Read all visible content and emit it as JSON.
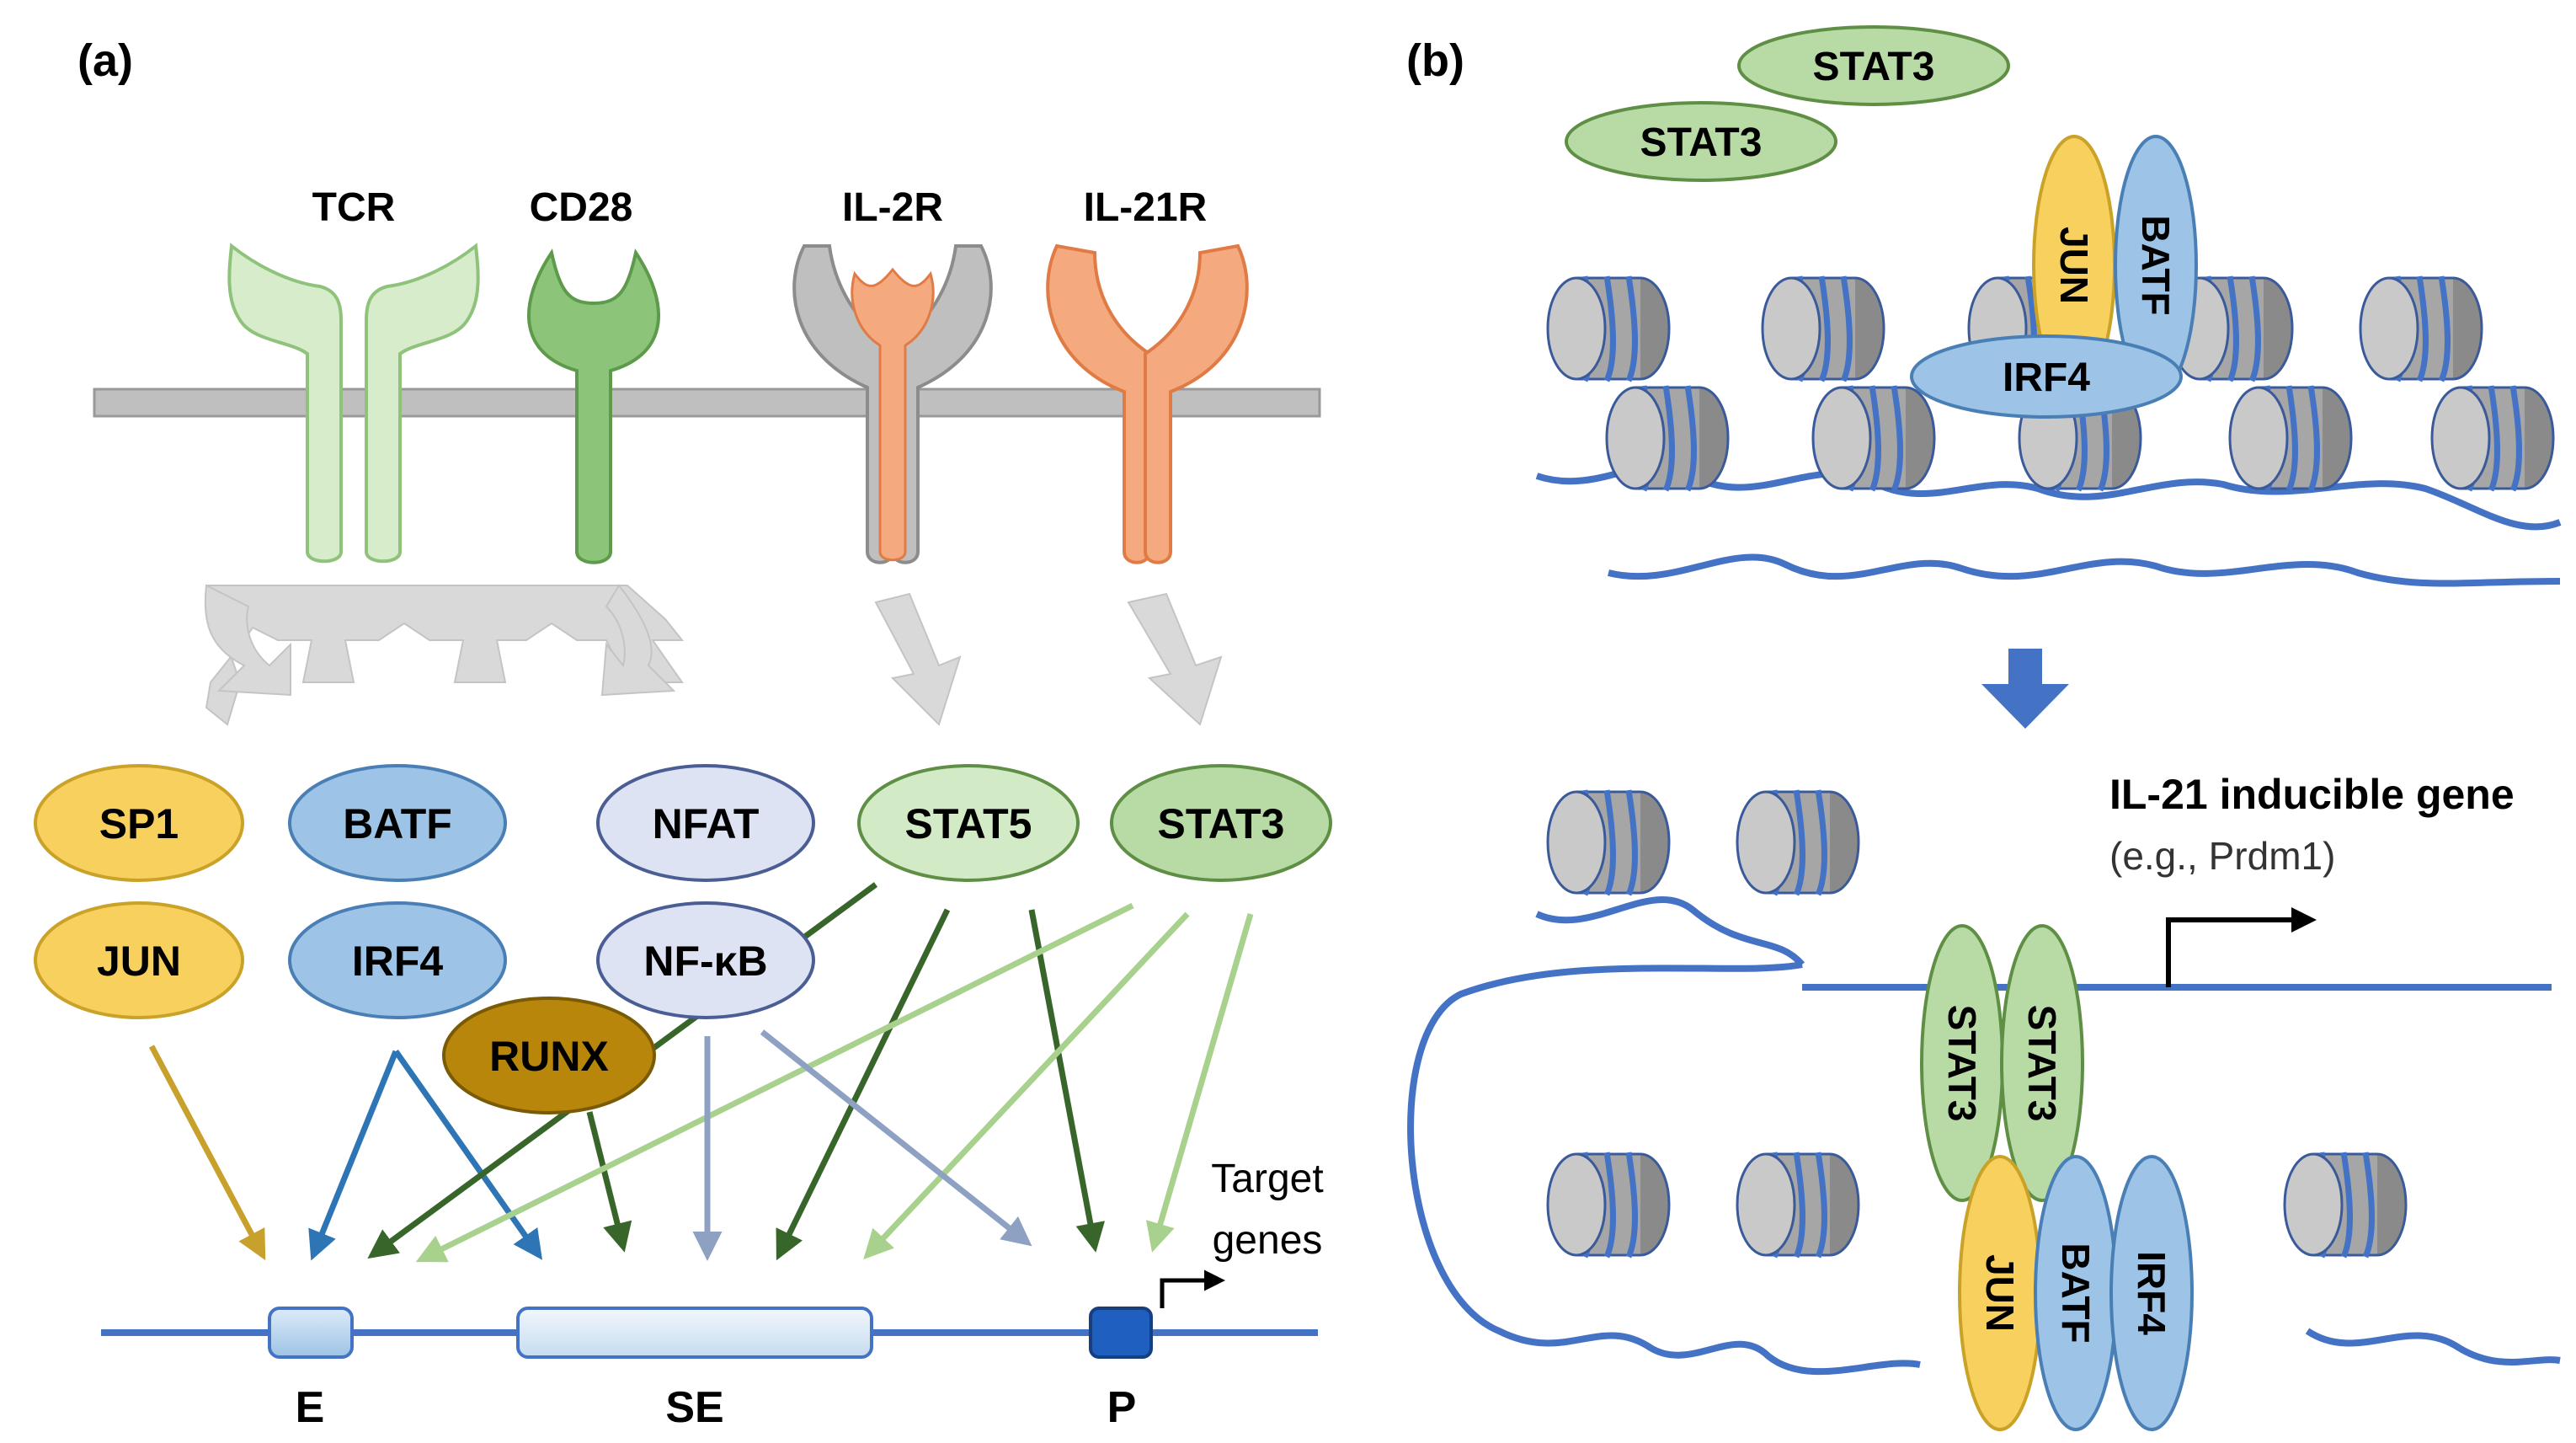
{
  "panel_a": {
    "label": "(a)",
    "receptors": {
      "tcr": "TCR",
      "cd28": "CD28",
      "il2r": "IL-2R",
      "il21r": "IL-21R"
    },
    "factors": {
      "sp1": "SP1",
      "jun": "JUN",
      "batf": "BATF",
      "irf4": "IRF4",
      "nfat": "NFAT",
      "nfkb": "NF-κB",
      "runx": "RUNX",
      "stat5": "STAT5",
      "stat3": "STAT3"
    },
    "dna": {
      "enhancer": "E",
      "super_enhancer": "SE",
      "promoter": "P",
      "target_line1": "Target",
      "target_line2": "genes"
    }
  },
  "panel_b": {
    "label": "(b)",
    "top": {
      "stat3_a": "STAT3",
      "stat3_b": "STAT3",
      "jun": "JUN",
      "batf": "BATF",
      "irf4": "IRF4"
    },
    "bottom": {
      "stat3_a": "STAT3",
      "stat3_b": "STAT3",
      "jun": "JUN",
      "batf": "BATF",
      "irf4": "IRF4",
      "gene_title": "IL-21 inducible gene",
      "gene_example": "(e.g., Prdm1)"
    }
  },
  "colors": {
    "yellow": "#F8D05E",
    "yellow_stroke": "#C9A227",
    "blue": "#9DC3E6",
    "blue_stroke": "#4A7FB5",
    "light_lavender": "#DDE3F3",
    "lavender_stroke": "#4A5E95",
    "runx": "#B8860B",
    "runx_stroke": "#7A5A05",
    "stat_green": "#B8DBA6",
    "stat_green_stroke": "#5E8F45",
    "tcr_fill": "#D6ECCB",
    "tcr_stroke": "#8FC27A",
    "cd28_fill": "#8CC47A",
    "cd28_stroke": "#5E9A4B",
    "il2r_fill": "#BFBFBF",
    "il2r_stroke": "#8C8C8C",
    "orange": "#F4AA7E",
    "orange_stroke": "#E07B45",
    "membrane": "#BFBFBF",
    "membrane_stroke": "#999999",
    "dna": "#4472C4",
    "nucleosome": "#A6A6A6",
    "arrow_gray": "#D9D9D9",
    "arrow_gold": "#C8A02C",
    "arrow_blue": "#2E75B6",
    "arrow_dark_green": "#38662A",
    "arrow_light_green": "#A9D18E",
    "arrow_gray_blue": "#8EA1C2",
    "arrow_dark_blue": "#4472C4"
  }
}
